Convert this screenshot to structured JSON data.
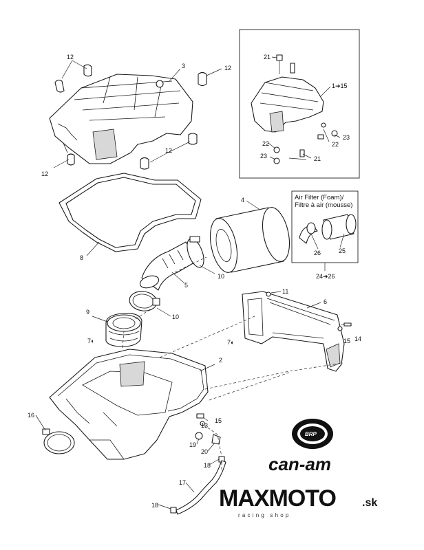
{
  "labels": {
    "l12a": "12",
    "l3": "3",
    "l12b": "12",
    "l12c": "12",
    "l12d": "12",
    "l21a": "21",
    "l1to15": "1➔15",
    "l23a": "23",
    "l22a": "22",
    "l22b": "22",
    "l23b": "23",
    "l21b": "21",
    "l8": "8",
    "l4": "4",
    "l26": "26",
    "l25": "25",
    "l24to26": "24➔26",
    "l10a": "10",
    "l5": "5",
    "l11": "11",
    "l6": "6",
    "l10b": "10",
    "l9": "9",
    "l7a": "7◐",
    "l7b": "7◐",
    "l15a": "15",
    "l14": "14",
    "l2": "2",
    "l16": "16",
    "l15b": "15",
    "l13": "13",
    "l19": "19",
    "l20": "20",
    "l18a": "18",
    "l17": "17",
    "l18b": "18"
  },
  "air_filter_box": {
    "title_en": "Air Filter (Foam)/",
    "title_fr": "Filtre à air (mousse)"
  },
  "brands": {
    "brp_badge": "BRP",
    "canam": "can-am",
    "maxmoto": "MAXMOTO",
    "maxmoto_tld": ".sk",
    "maxmoto_tagline": "racing shop"
  }
}
